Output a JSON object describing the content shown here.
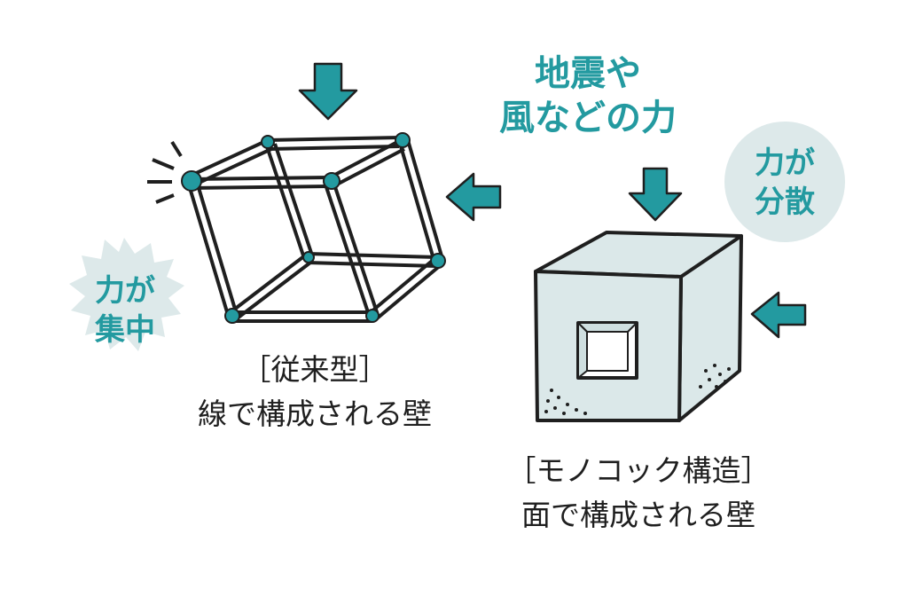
{
  "force_label": [
    "地震や",
    "風などの力"
  ],
  "left_panel": {
    "badge": [
      "力が",
      "集中"
    ],
    "caption_title": "［従来型］",
    "caption_body": "線で構成される壁"
  },
  "right_panel": {
    "badge": [
      "力が",
      "分散"
    ],
    "caption_title": "［モノコック構造］",
    "caption_body": "面で構成される壁"
  },
  "colors": {
    "accent": "#239aa0",
    "badge_fill": "#dde9ea",
    "cube_fill": "#dbe8e9",
    "ink": "#1f1f1f"
  },
  "icons": [
    "arrow-down-icon",
    "arrow-left-icon",
    "burst-badge-icon",
    "circle-badge-icon",
    "wireframe-cube-icon",
    "solid-cube-icon"
  ]
}
